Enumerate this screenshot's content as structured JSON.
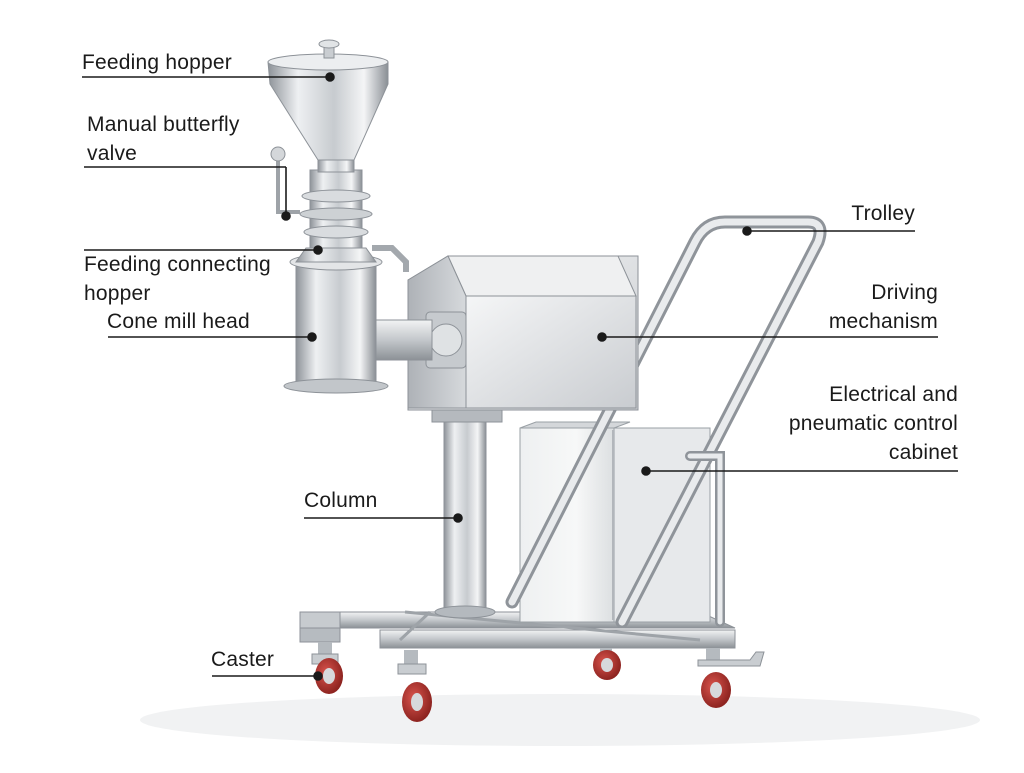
{
  "labels": {
    "feeding_hopper": "Feeding hopper",
    "butterfly_valve_line1": "Manual butterfly",
    "butterfly_valve_line2": "valve",
    "feeding_connecting_line1": "Feeding connecting",
    "feeding_connecting_line2": "hopper",
    "cone_mill_head": "Cone mill head",
    "column": "Column",
    "caster": "Caster",
    "trolley": "Trolley",
    "driving_line1": "Driving",
    "driving_line2": "mechanism",
    "cabinet_line1": "Electrical and",
    "cabinet_line2": "pneumatic control",
    "cabinet_line3": "cabinet"
  },
  "colors": {
    "leader_line": "#1a1a1a",
    "steel_light": "#e4e6e8",
    "steel_mid": "#b9bdc2",
    "steel_dark": "#7d8288",
    "wheel_red": "#b8352f"
  }
}
